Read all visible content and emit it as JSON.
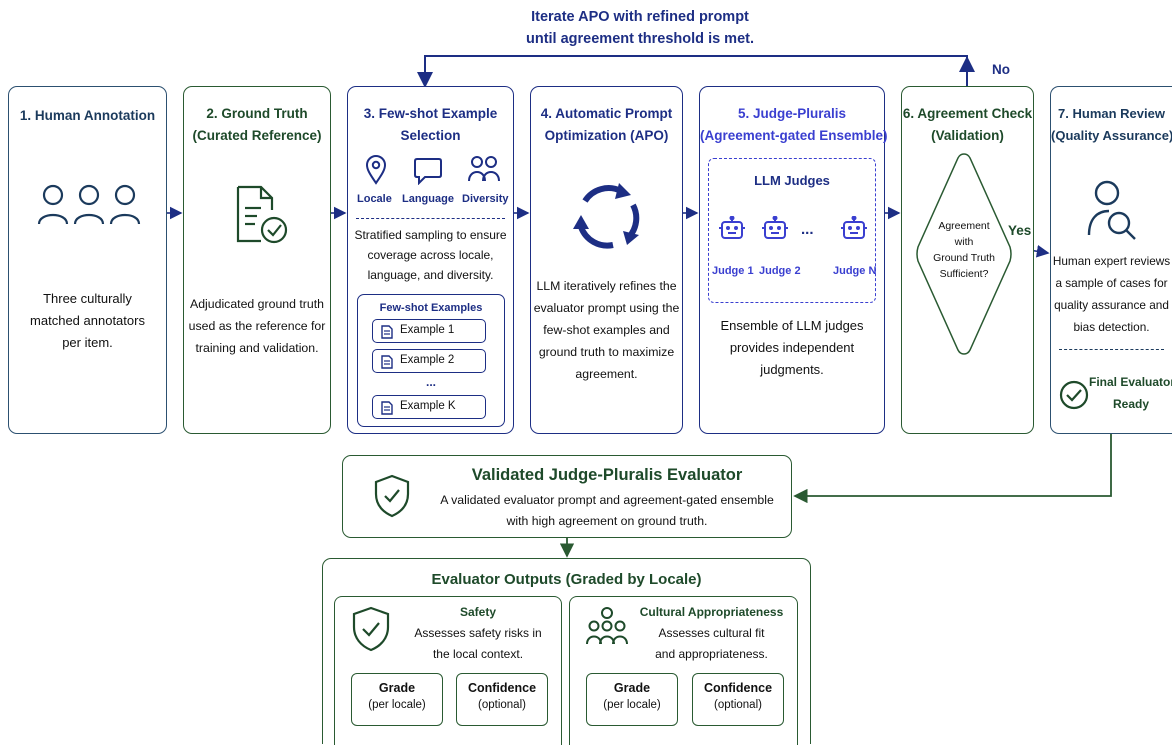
{
  "loop": {
    "line1": "Iterate APO with refined prompt",
    "line2": "until agreement threshold is met.",
    "no_label": "No",
    "yes_label": "Yes"
  },
  "step1": {
    "title": "1. Human Annotation",
    "desc": [
      "Three culturally",
      "matched annotators",
      "per item."
    ]
  },
  "step2": {
    "title": [
      "2. Ground Truth",
      "(Curated Reference)"
    ],
    "desc": [
      "Adjudicated ground truth",
      "used as the reference for",
      "training and validation."
    ]
  },
  "step3": {
    "title": [
      "3. Few-shot Example",
      "Selection"
    ],
    "icons": [
      "Locale",
      "Language",
      "Diversity"
    ],
    "desc": [
      "Stratified sampling to ensure",
      "coverage across locale,",
      "language, and diversity."
    ],
    "examples_title": "Few-shot Examples",
    "examples": [
      "Example 1",
      "Example 2",
      "Example K"
    ],
    "ellipsis": "..."
  },
  "step4": {
    "title": [
      "4. Automatic Prompt",
      "Optimization (APO)"
    ],
    "desc": [
      "LLM iteratively refines the",
      "evaluator prompt using the",
      "few-shot examples and",
      "ground truth to maximize",
      "agreement."
    ]
  },
  "step5": {
    "title": [
      "5. Judge-Pluralis",
      "(Agreement-gated Ensemble)"
    ],
    "judges_title": "LLM Judges",
    "judges": [
      "Judge 1",
      "Judge 2",
      "Judge N"
    ],
    "dots": "...",
    "desc": [
      "Ensemble of LLM judges",
      "provides independent",
      "judgments."
    ]
  },
  "step6": {
    "title": [
      "6. Agreement Check",
      "(Validation)"
    ],
    "diamond": [
      "Agreement",
      "with",
      "Ground Truth",
      "Sufficient?"
    ]
  },
  "step7": {
    "title": [
      "7. Human Review",
      "(Quality Assurance)"
    ],
    "desc": [
      "Human expert reviews",
      "a sample of cases for",
      "quality assurance and",
      "bias detection."
    ],
    "final": [
      "Final Evaluator",
      "Ready"
    ]
  },
  "validated": {
    "title": "Validated Judge-Pluralis Evaluator",
    "desc": [
      "A validated evaluator prompt and agreement-gated ensemble",
      "with high agreement on ground truth."
    ]
  },
  "outputs": {
    "title": "Evaluator Outputs (Graded by Locale)",
    "safety": {
      "title": "Safety",
      "desc": [
        "Assesses safety risks in",
        "the local context."
      ]
    },
    "cultural": {
      "title": "Cultural Appropriateness",
      "desc": [
        "Assesses cultural fit",
        "and appropriateness."
      ]
    },
    "grade": {
      "title": "Grade",
      "sub": "(per locale)"
    },
    "confidence": {
      "title": "Confidence",
      "sub": "(optional)"
    }
  },
  "colors": {
    "blue": "#1d2e84",
    "navy": "#1b3a5c",
    "green": "#1e4a2a"
  },
  "icons": [
    "people-icon",
    "document-check-icon",
    "location-pin-icon",
    "speech-bubble-icon",
    "group-icon",
    "document-icon",
    "refresh-cycle-icon",
    "robot-icon",
    "person-search-icon",
    "check-circle-icon",
    "shield-check-icon"
  ]
}
